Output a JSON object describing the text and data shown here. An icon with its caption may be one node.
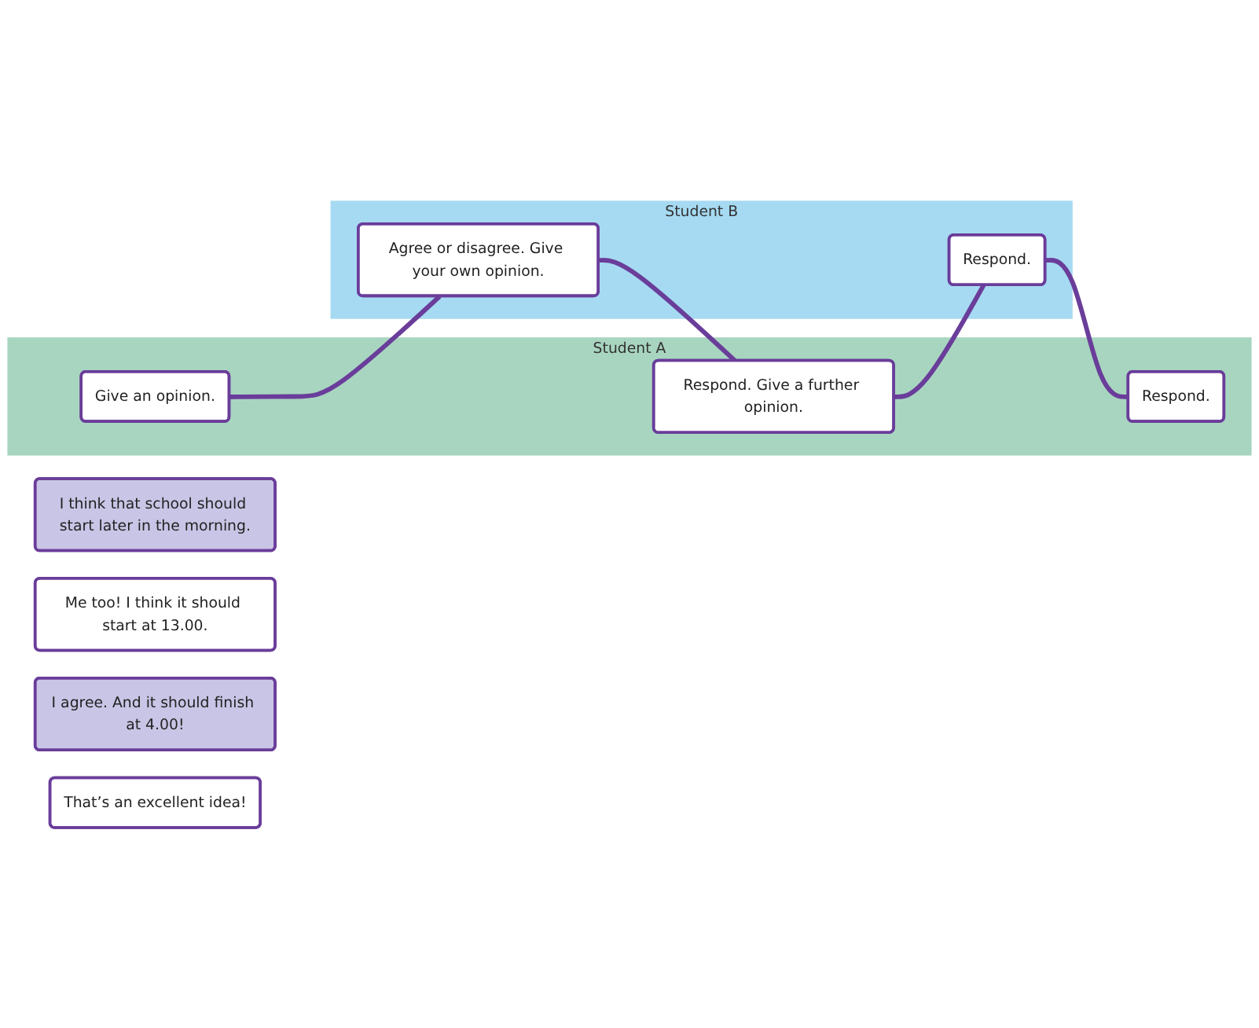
{
  "diagram": {
    "nodes": [
      {
        "text": [
          "Student A"
        ]
      },
      {
        "text": [
          "Give an opinion."
        ],
        "in": 0
      },
      {
        "text": [
          "Respond. Give a further opinion."
        ],
        "in": 0
      },
      {
        "text": [
          "Respond."
        ],
        "in": 0
      },
      {
        "text": [
          "Student B"
        ]
      },
      {
        "text": [
          "Agree or disagree. Give your own opinion."
        ],
        "in": 4
      },
      {
        "text": [
          "Respond."
        ],
        "in": 4
      },
      {
        "text": [
          "I think that school should start later in the morning."
        ]
      },
      {
        "text": [
          "Me too! I think it should start at 13.00."
        ]
      },
      {
        "text": [
          "I agree. And it should finish at 4.00!"
        ]
      },
      {
        "text": [
          "That’s an excellent idea!"
        ]
      }
    ],
    "edges": [
      {
        "from": 1,
        "to": 5,
        "arrow": "none"
      },
      {
        "from": 5,
        "to": 2,
        "arrow": "none"
      },
      {
        "from": 2,
        "to": 6,
        "arrow": "none"
      },
      {
        "from": 6,
        "to": 3,
        "arrow": "none"
      }
    ]
  }
}
